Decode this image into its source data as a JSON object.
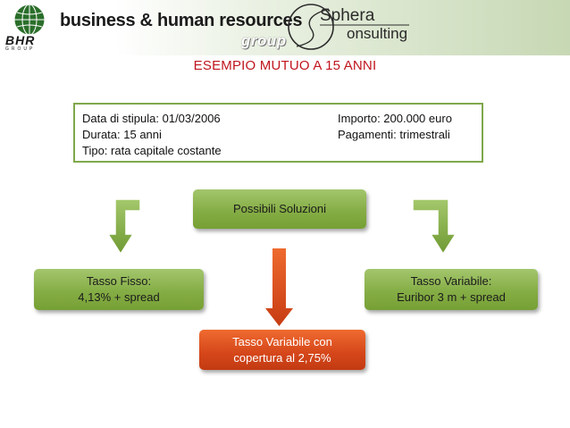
{
  "header": {
    "bhr_logo_text": "BHR",
    "bhr_logo_sub": "GROUP",
    "brand_line_1": "business & human resources",
    "brand_line_2": "group",
    "partner_line_1": "Sphera",
    "partner_line_2": "onsulting"
  },
  "title": "ESEMPIO MUTUO A 15 ANNI",
  "info": {
    "stipula": "Data di stipula: 01/03/2006",
    "durata": "Durata: 15 anni",
    "tipo": "Tipo: rata capitale costante",
    "importo": "Importo: 200.000 euro",
    "pagamenti": "Pagamenti: trimestrali"
  },
  "nodes": {
    "root": "Possibili Soluzioni",
    "fisso": "Tasso Fisso:\n4,13% + spread",
    "variabile": "Tasso Variabile:\nEuribor 3 m + spread",
    "copertura": "Tasso Variabile con\ncopertura al 2,75%"
  },
  "colors": {
    "title": "#c0151d",
    "green": "#85ad45",
    "orange": "#d5461a",
    "box_border": "#7fa84a"
  }
}
